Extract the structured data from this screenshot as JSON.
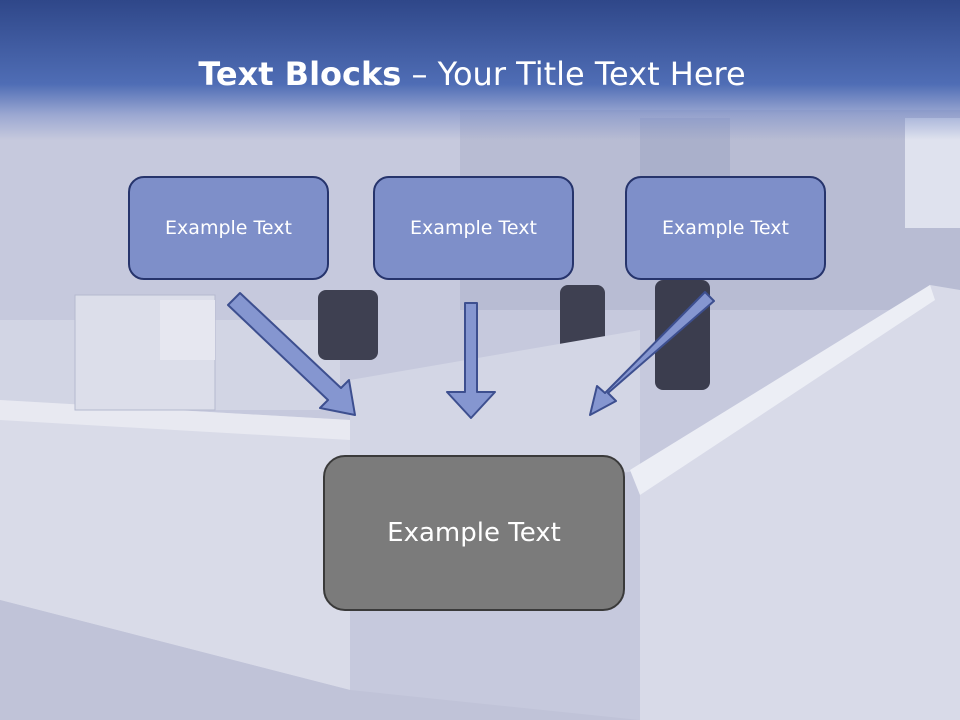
{
  "slide": {
    "title_bold": "Text Blocks",
    "title_dash": " – ",
    "title_rest": "Your Title Text Here"
  },
  "blocks": {
    "top": [
      {
        "label": "Example Text"
      },
      {
        "label": "Example Text"
      },
      {
        "label": "Example Text"
      }
    ],
    "bottom": {
      "label": "Example Text"
    }
  },
  "colors": {
    "header": "#2f4789",
    "top_box_fill": "#7e8fc9",
    "top_box_border": "#26346c",
    "bottom_box_fill": "#7b7b7b",
    "arrow_fill": "#8596d0",
    "arrow_stroke": "#3d4f8f"
  }
}
